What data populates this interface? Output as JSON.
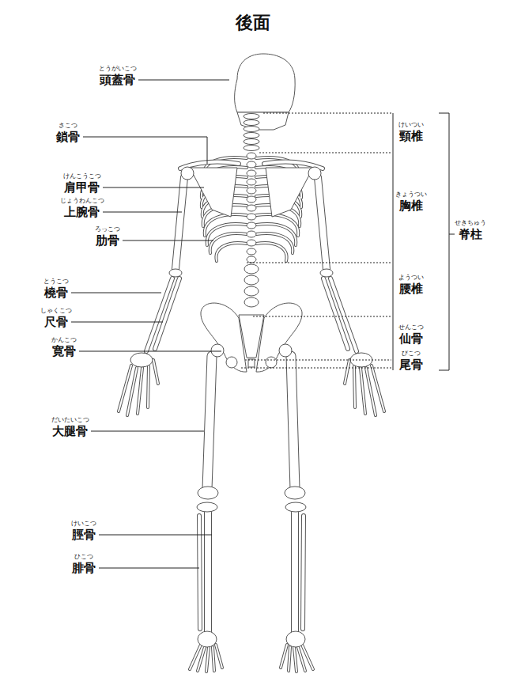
{
  "diagram": {
    "title": "後面",
    "labels": [
      "とうがいこつ",
      "頭蓋骨",
      "さこつ",
      "鎖骨",
      "けんこうこつ",
      "肩甲骨",
      "じょうわんこつ",
      "上腕骨",
      "ろっこつ",
      "肋骨",
      "とうこつ",
      "橈骨",
      "しゃくこつ",
      "尺骨",
      "かんこつ",
      "寛骨",
      "だいたいこつ",
      "大腿骨",
      "けいこつ",
      "脛骨",
      "ひこつ",
      "腓骨",
      "けいつい",
      "頸椎",
      "きょうつい",
      "胸椎",
      "ようつい",
      "腰椎",
      "せんこつ",
      "仙骨",
      "びこつ",
      "尾骨",
      "せきちゅう",
      "脊柱"
    ]
  }
}
